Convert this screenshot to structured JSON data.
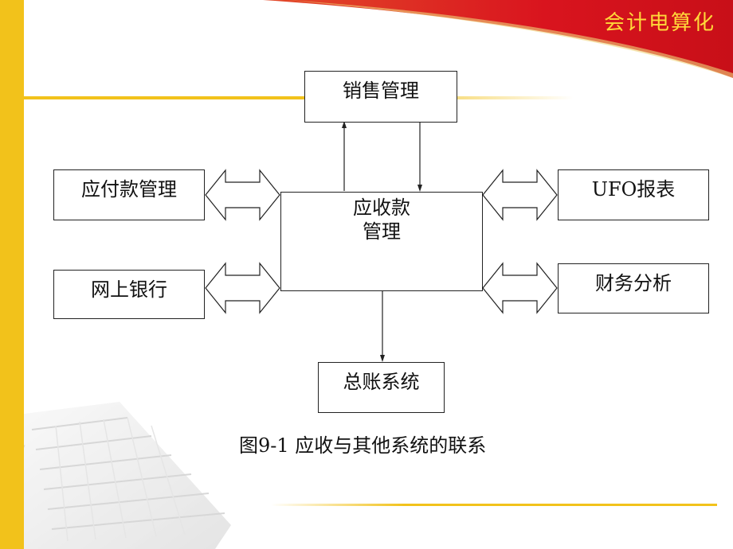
{
  "brand": "会计电算化",
  "diagram": {
    "center": {
      "line1": "应收款",
      "line2": "管理"
    },
    "top": "销售管理",
    "left_top": "应付款管理",
    "left_bottom": "网上银行",
    "right_top": "UFO报表",
    "right_bottom": "财务分析",
    "bottom": "总账系统"
  },
  "caption": "图9-1  应收与其他系统的联系",
  "colors": {
    "accent_red": "#d9141e",
    "accent_gold": "#f2c21b",
    "brand_text": "#ffd83a"
  }
}
